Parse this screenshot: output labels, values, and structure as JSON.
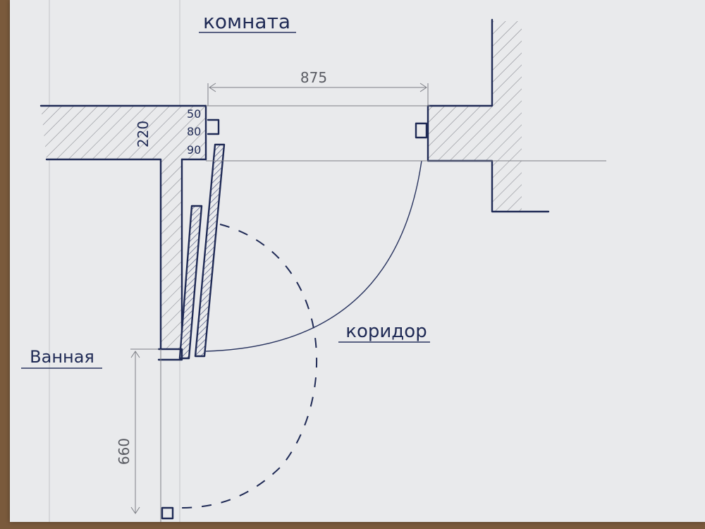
{
  "labels": {
    "room": "комната",
    "corridor": "коридор",
    "bathroom": "Ванная"
  },
  "dimensions": {
    "opening_width": "875",
    "wall_thickness": "220",
    "bathroom_length": "660",
    "offset_1": "50",
    "offset_2": "80",
    "offset_3": "90"
  },
  "colors": {
    "ink": "#1f2a55",
    "pencil": "#7d7f86",
    "paper": "#e9eaec"
  }
}
